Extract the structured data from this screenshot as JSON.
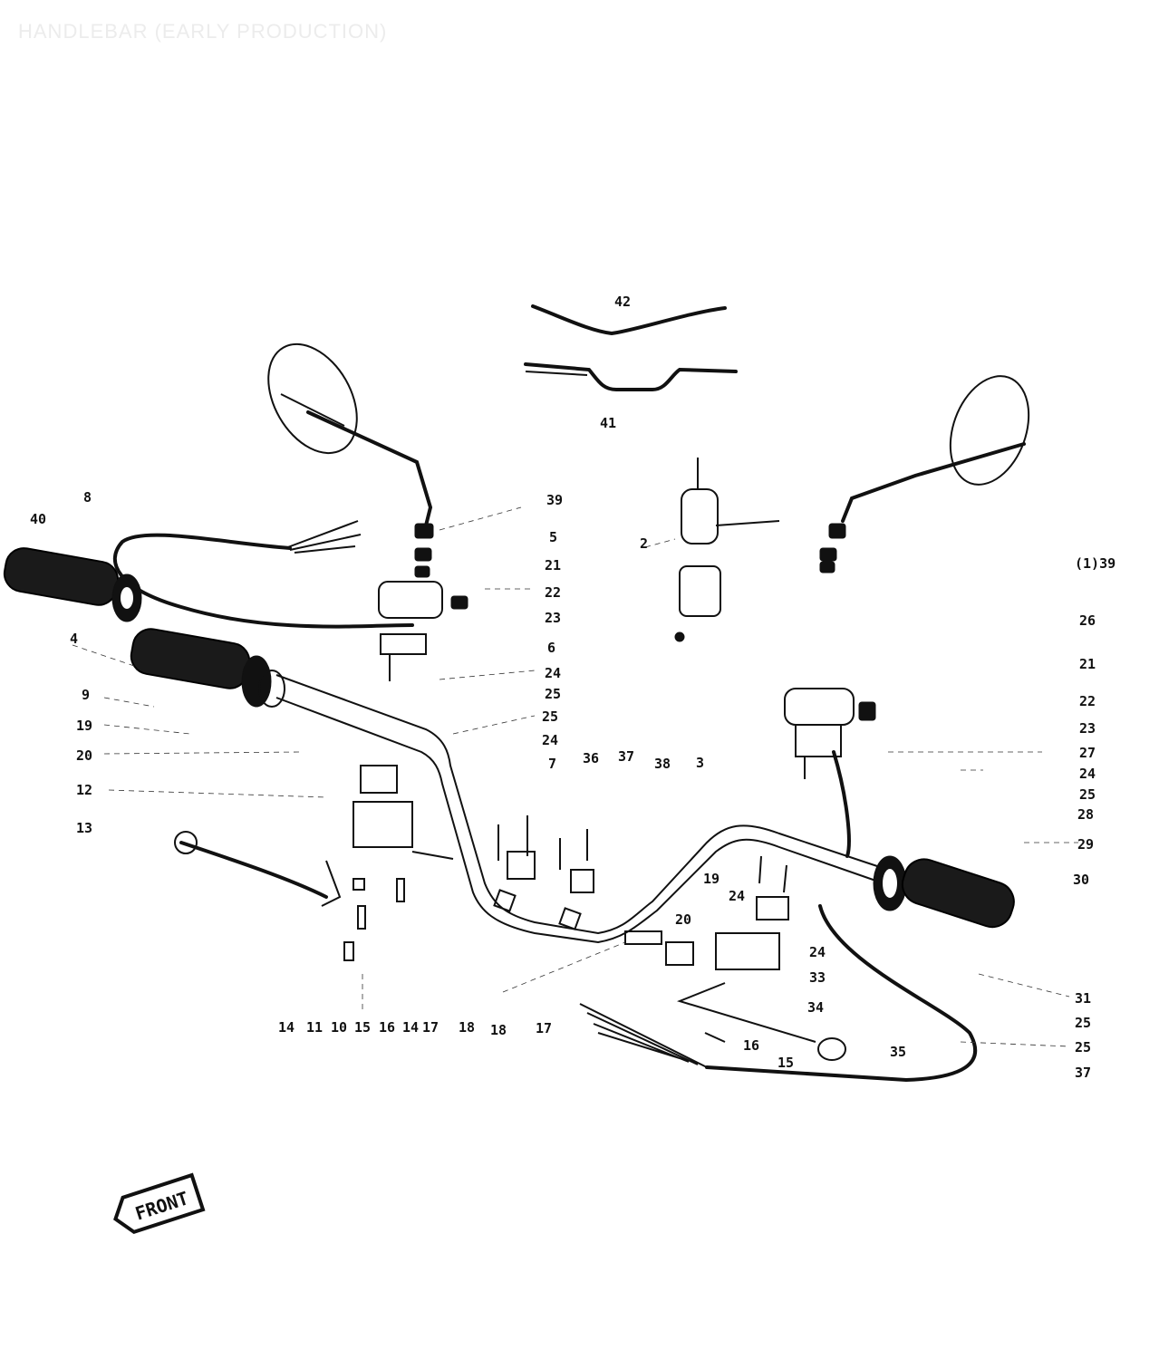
{
  "title": "HANDLEBAR (EARLY PRODUCTION)",
  "front_label": "FRONT",
  "labels": [
    {
      "id": "l42",
      "text": "42"
    },
    {
      "id": "l41",
      "text": "41"
    },
    {
      "id": "l8",
      "text": "8"
    },
    {
      "id": "l40",
      "text": "40"
    },
    {
      "id": "l39a",
      "text": "39"
    },
    {
      "id": "l5",
      "text": "5"
    },
    {
      "id": "l21a",
      "text": "21"
    },
    {
      "id": "l22a",
      "text": "22"
    },
    {
      "id": "l23a",
      "text": "23"
    },
    {
      "id": "l6",
      "text": "6"
    },
    {
      "id": "l24a",
      "text": "24"
    },
    {
      "id": "l25a",
      "text": "25"
    },
    {
      "id": "l25b",
      "text": "25"
    },
    {
      "id": "l24b",
      "text": "24"
    },
    {
      "id": "l7",
      "text": "7"
    },
    {
      "id": "l36",
      "text": "36"
    },
    {
      "id": "l37a",
      "text": "37"
    },
    {
      "id": "l38a",
      "text": "38"
    },
    {
      "id": "l3",
      "text": "3"
    },
    {
      "id": "l2",
      "text": "2"
    },
    {
      "id": "l139",
      "text": "(1)39"
    },
    {
      "id": "l26",
      "text": "26"
    },
    {
      "id": "l21b",
      "text": "21"
    },
    {
      "id": "l22b",
      "text": "22"
    },
    {
      "id": "l23b",
      "text": "23"
    },
    {
      "id": "l27",
      "text": "27"
    },
    {
      "id": "l24c",
      "text": "24"
    },
    {
      "id": "l25c",
      "text": "25"
    },
    {
      "id": "l28",
      "text": "28"
    },
    {
      "id": "l29",
      "text": "29"
    },
    {
      "id": "l30",
      "text": "30"
    },
    {
      "id": "l4",
      "text": "4"
    },
    {
      "id": "l9",
      "text": "9"
    },
    {
      "id": "l19a",
      "text": "19"
    },
    {
      "id": "l20a",
      "text": "20"
    },
    {
      "id": "l12",
      "text": "12"
    },
    {
      "id": "l13",
      "text": "13"
    },
    {
      "id": "l19b",
      "text": "19"
    },
    {
      "id": "l24d",
      "text": "24"
    },
    {
      "id": "l20b",
      "text": "20"
    },
    {
      "id": "l24e",
      "text": "24"
    },
    {
      "id": "l33",
      "text": "33"
    },
    {
      "id": "l34",
      "text": "34"
    },
    {
      "id": "l16b",
      "text": "16"
    },
    {
      "id": "l15b",
      "text": "15"
    },
    {
      "id": "l35",
      "text": "35"
    },
    {
      "id": "l31",
      "text": "31"
    },
    {
      "id": "l25d",
      "text": "25"
    },
    {
      "id": "l25e",
      "text": "25"
    },
    {
      "id": "l37b",
      "text": "37"
    },
    {
      "id": "l14a",
      "text": "14"
    },
    {
      "id": "l11",
      "text": "11"
    },
    {
      "id": "l10",
      "text": "10"
    },
    {
      "id": "l15a",
      "text": "15"
    },
    {
      "id": "l16a",
      "text": "16"
    },
    {
      "id": "l14b",
      "text": "14"
    },
    {
      "id": "l17a",
      "text": "17"
    },
    {
      "id": "l18a",
      "text": "18"
    },
    {
      "id": "l18b",
      "text": "18"
    },
    {
      "id": "l17b",
      "text": "17"
    }
  ]
}
